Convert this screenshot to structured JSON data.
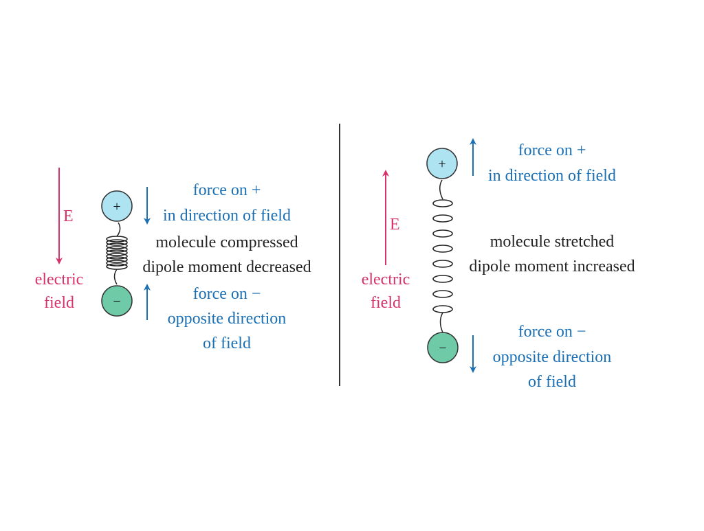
{
  "colors": {
    "field": "#d6336c",
    "force": "#1b6fb3",
    "positive_ball": "#aee3f2",
    "negative_ball": "#6fcaa8",
    "text": "#222222",
    "divider": "#333333"
  },
  "left_panel": {
    "field_symbol": "E",
    "field_label_line1": "electric",
    "field_label_line2": "field",
    "positive_sign": "+",
    "negative_sign": "−",
    "force_positive_line1": "force on +",
    "force_positive_line2": "in direction of field",
    "molecule_line1": "molecule compressed",
    "molecule_line2": "dipole moment decreased",
    "force_negative_line1": "force on −",
    "force_negative_line2": "opposite direction",
    "force_negative_line3": "of field"
  },
  "right_panel": {
    "field_symbol": "E",
    "field_label_line1": "electric",
    "field_label_line2": "field",
    "positive_sign": "+",
    "negative_sign": "−",
    "force_positive_line1": "force on +",
    "force_positive_line2": "in direction of field",
    "molecule_line1": "molecule stretched",
    "molecule_line2": "dipole moment increased",
    "force_negative_line1": "force on −",
    "force_negative_line2": "opposite direction",
    "force_negative_line3": "of field"
  }
}
